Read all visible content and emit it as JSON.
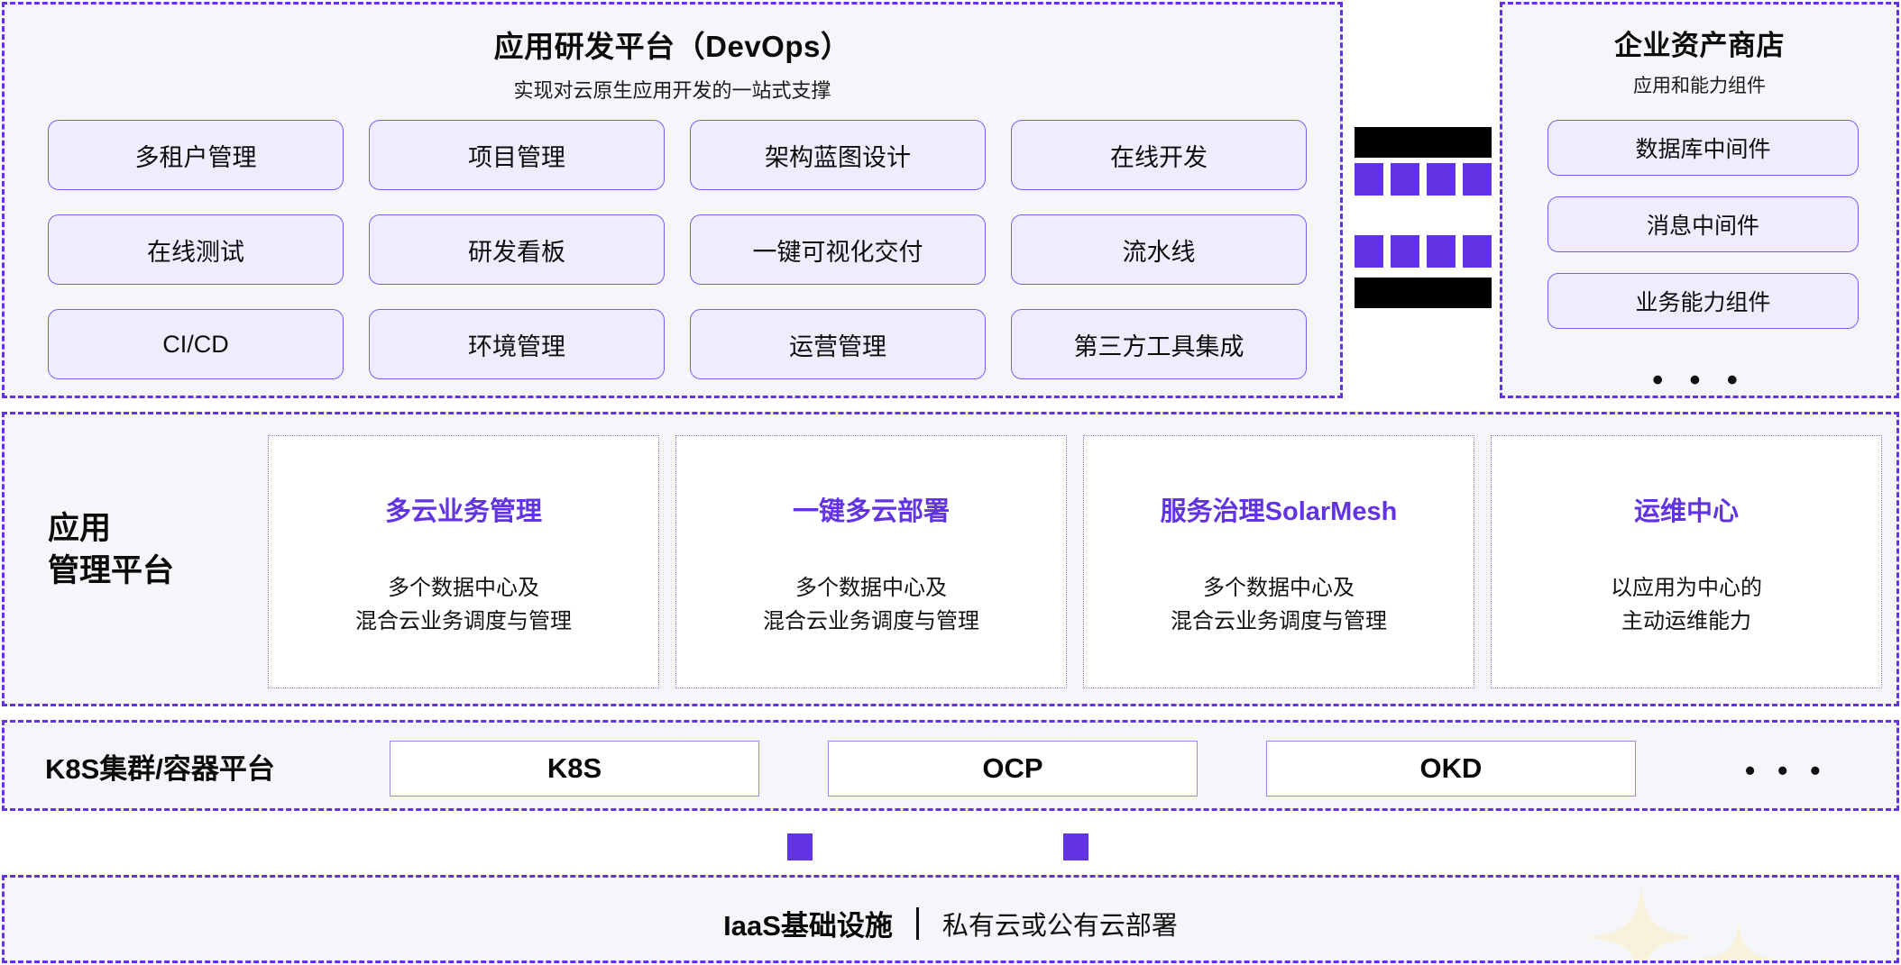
{
  "devops": {
    "title": "应用研发平台（DevOps）",
    "subtitle": "实现对云原生应用开发的一站式支撑",
    "cards": [
      "多租户管理",
      "项目管理",
      "架构蓝图设计",
      "在线开发",
      "在线测试",
      "研发看板",
      "一键可视化交付",
      "流水线",
      "CI/CD",
      "环境管理",
      "运营管理",
      "第三方工具集成"
    ]
  },
  "middle_column": {
    "redacted_top": "",
    "redacted_bottom": "",
    "square_count_per_row": 4,
    "row_count": 2,
    "square_color": "#6233e0"
  },
  "asset_store": {
    "title": "企业资产商店",
    "subtitle": "应用和能力组件",
    "cards": [
      "数据库中间件",
      "消息中间件",
      "业务能力组件"
    ],
    "more": "• • •"
  },
  "app_platform": {
    "label_line1": "应用",
    "label_line2": "管理平台",
    "cards": [
      {
        "title": "多云业务管理",
        "line1": "多个数据中心及",
        "line2": "混合云业务调度与管理"
      },
      {
        "title": "一键多云部署",
        "line1": "多个数据中心及",
        "line2": "混合云业务调度与管理"
      },
      {
        "title": "服务治理SolarMesh",
        "line1": "多个数据中心及",
        "line2": "混合云业务调度与管理"
      },
      {
        "title": "运维中心",
        "line1": "以应用为中心的",
        "line2": "主动运维能力"
      }
    ]
  },
  "k8s": {
    "label": "K8S集群/容器平台",
    "boxes": [
      "K8S",
      "OCP",
      "OKD"
    ],
    "more": "• • •"
  },
  "iaas": {
    "strong": "IaaS基础设施",
    "divider": "|",
    "desc": "私有云或公有云部署"
  },
  "colors": {
    "accent_purple": "#6233e0",
    "card_fill": "#f1ecfd",
    "card_border": "#7c5cf0",
    "panel_fill": "#f5f6fa",
    "sparkle": "#f7f0db"
  }
}
